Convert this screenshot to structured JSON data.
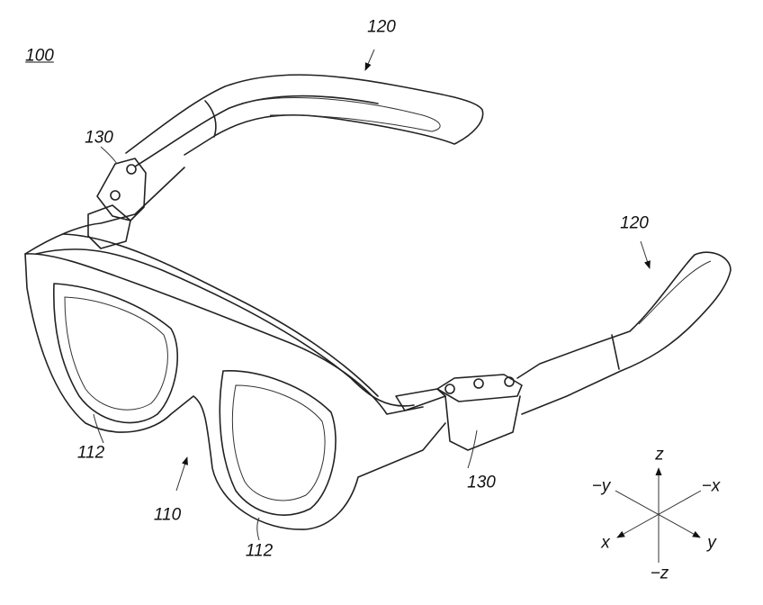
{
  "figure": {
    "reference_labels": {
      "device": "100",
      "frame": "110",
      "lens_left": "112",
      "lens_right": "112",
      "temple_left": "120",
      "temple_right": "120",
      "hinge_left": "130",
      "hinge_right": "130"
    },
    "axes": {
      "z": "z",
      "neg_z": "−z",
      "x": "x",
      "neg_x": "−x",
      "y": "y",
      "neg_y": "−y"
    }
  }
}
